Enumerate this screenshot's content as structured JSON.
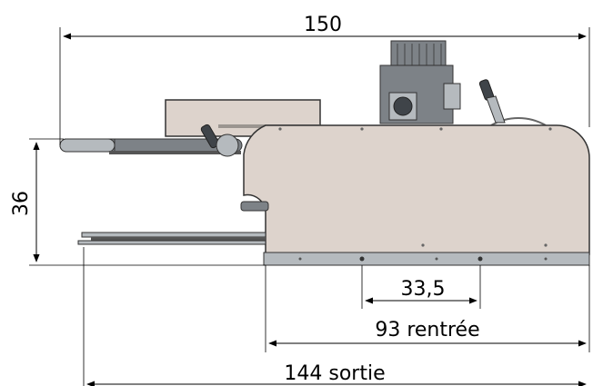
{
  "dimensions": {
    "total_length": "150",
    "height": "36",
    "wheel_spacing": "33,5",
    "inlet_length": "93 rentrée",
    "outlet_length": "144 sortie"
  }
}
